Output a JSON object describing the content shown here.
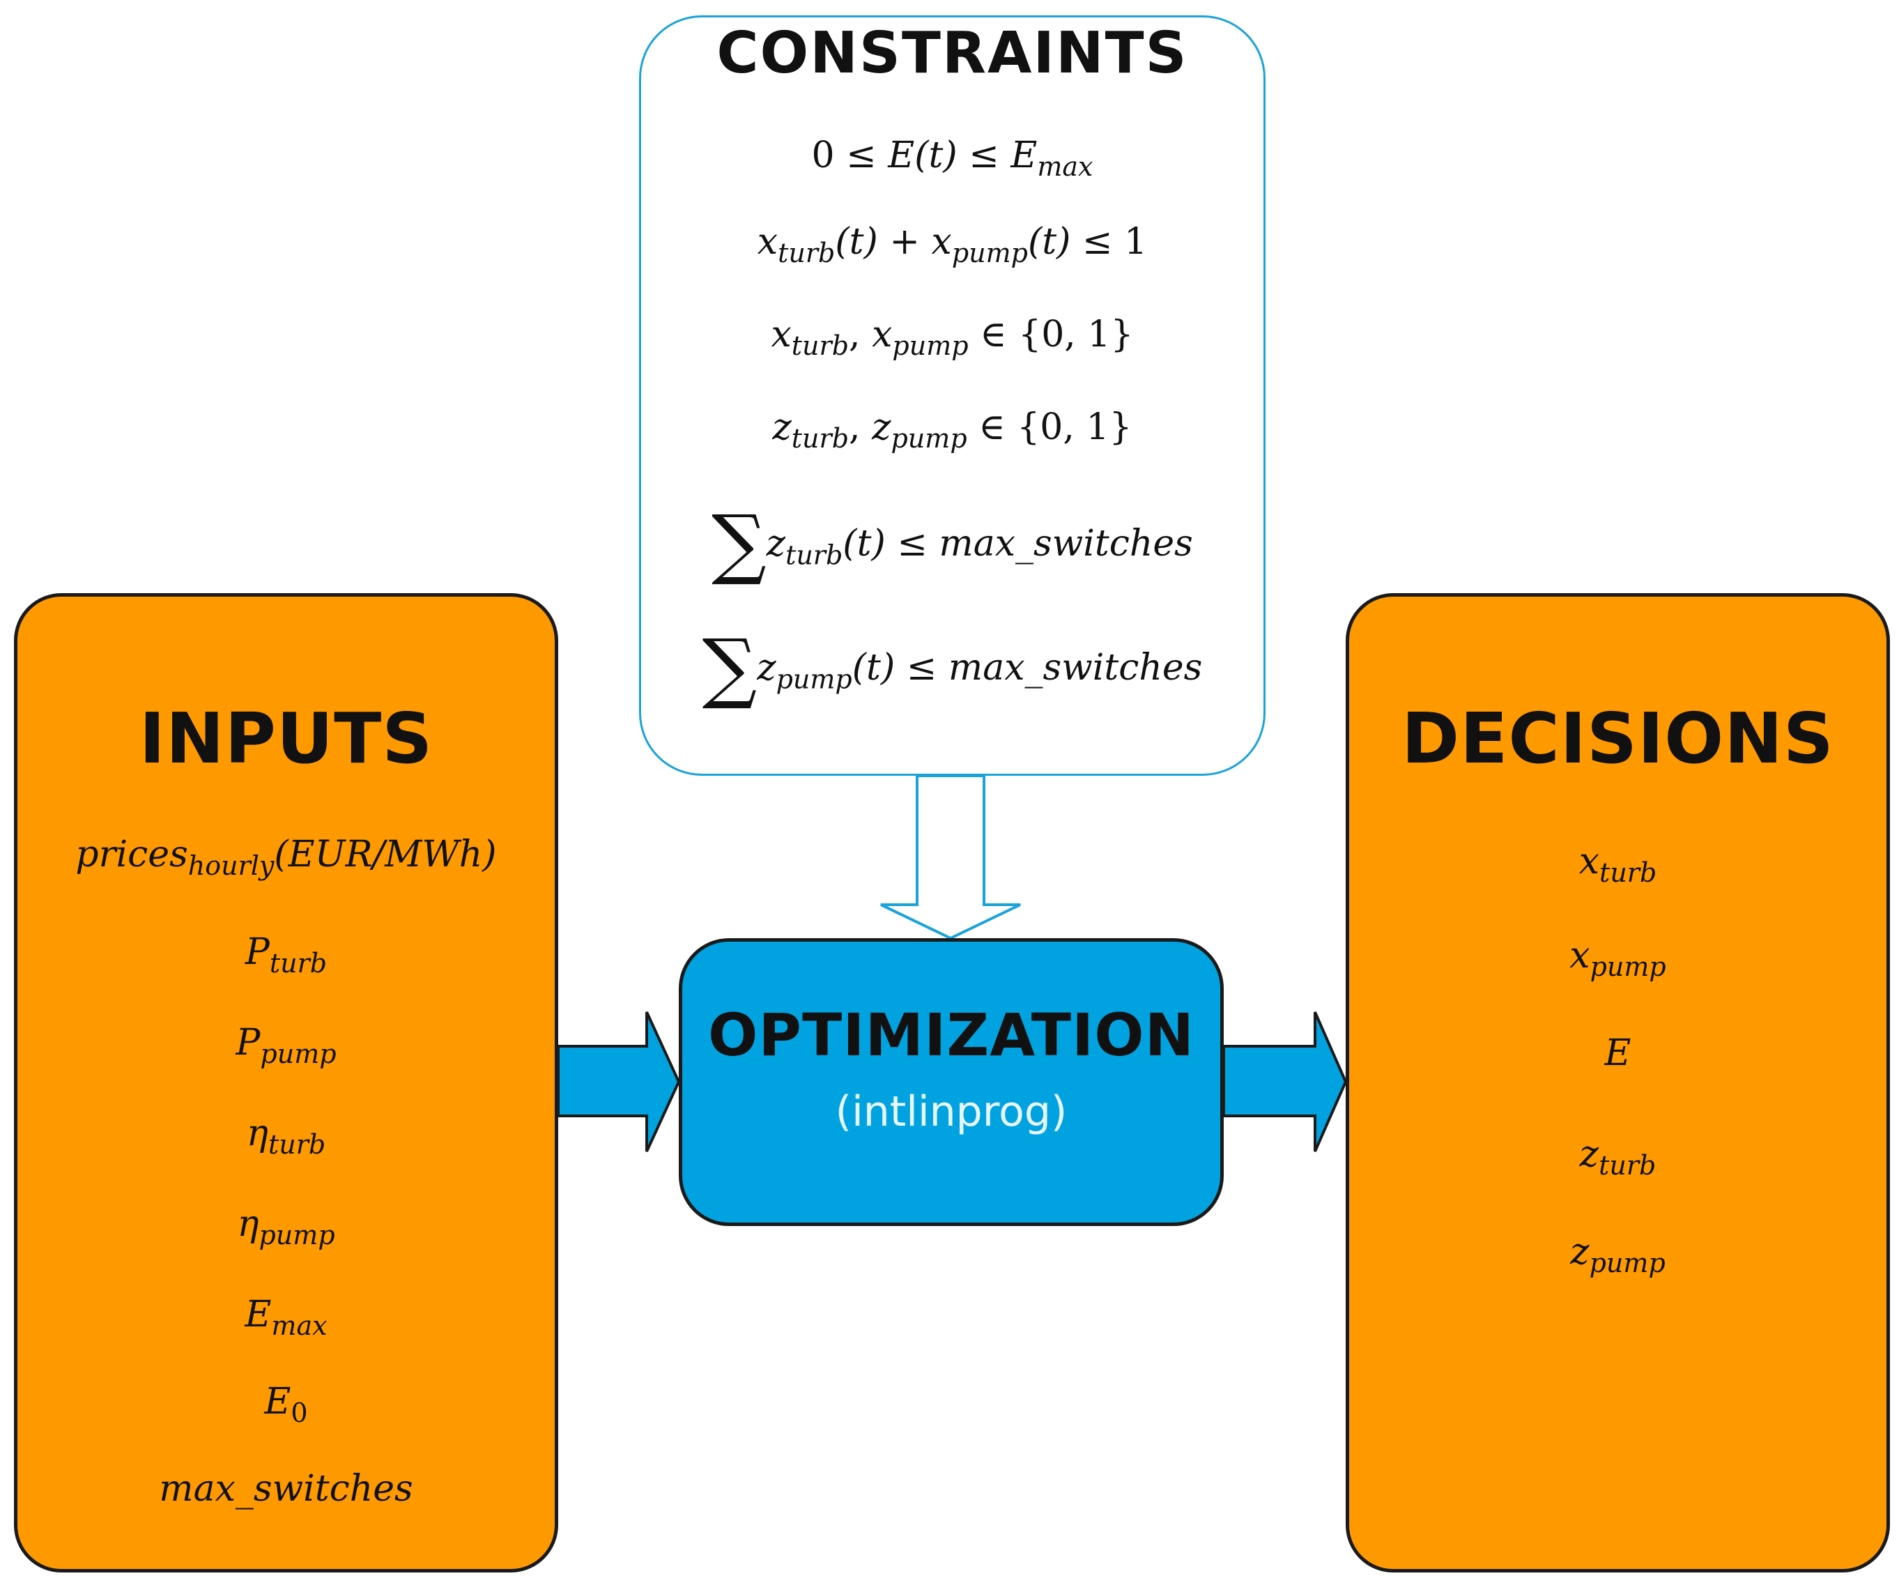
{
  "inputs": {
    "title": "INPUTS",
    "items": [
      {
        "base": "prices",
        "sub": "hourly",
        "suffix": "(EUR/MWh)"
      },
      {
        "base": "P",
        "sub": "turb",
        "suffix": ""
      },
      {
        "base": "P",
        "sub": "pump",
        "suffix": ""
      },
      {
        "base": "η",
        "sub": "turb",
        "suffix": ""
      },
      {
        "base": "η",
        "sub": "pump",
        "suffix": ""
      },
      {
        "base": "E",
        "sub": "max",
        "suffix": ""
      },
      {
        "base": "E",
        "sub": "0",
        "suffix": ""
      },
      {
        "base": "max_switches",
        "sub": "",
        "suffix": ""
      }
    ]
  },
  "decisions": {
    "title": "DECISIONS",
    "items": [
      {
        "base": "x",
        "sub": "turb"
      },
      {
        "base": "x",
        "sub": "pump"
      },
      {
        "base": "E",
        "sub": ""
      },
      {
        "base": "z",
        "sub": "turb"
      },
      {
        "base": "z",
        "sub": "pump"
      }
    ]
  },
  "constraints": {
    "title": "CONSTRAINTS",
    "c1": {
      "a": "0",
      "op1": "≤",
      "b": "E(t)",
      "op2": "≤",
      "c": "E",
      "c_sub": "max"
    },
    "c2": {
      "a": "x",
      "a_sub": "turb",
      "a_arg": "(t)",
      "plus": "+",
      "b": "x",
      "b_sub": "pump",
      "b_arg": "(t)",
      "op": "≤",
      "rhs": "1"
    },
    "c3": {
      "a": "x",
      "a_sub": "turb",
      "comma": ",",
      "b": "x",
      "b_sub": "pump",
      "op": "∈",
      "set": "{0, 1}"
    },
    "c4": {
      "a": "z",
      "a_sub": "turb",
      "comma": ",",
      "b": "z",
      "b_sub": "pump",
      "op": "∈",
      "set": "{0, 1}"
    },
    "c5": {
      "sum": "∑",
      "a": "z",
      "a_sub": "turb",
      "arg": "(t)",
      "op": "≤",
      "rhs": "max_switches"
    },
    "c6": {
      "sum": "∑",
      "a": "z",
      "a_sub": "pump",
      "arg": "(t)",
      "op": "≤",
      "rhs": "max_switches"
    }
  },
  "optimization": {
    "title": "OPTIMIZATION",
    "subtitle": "(intlinprog)"
  },
  "colors": {
    "orange_box": "#ff9900",
    "blue_box": "#00a3e0",
    "arrow_fill": "#00a3e0",
    "constraint_border": "#1aa3d9"
  }
}
